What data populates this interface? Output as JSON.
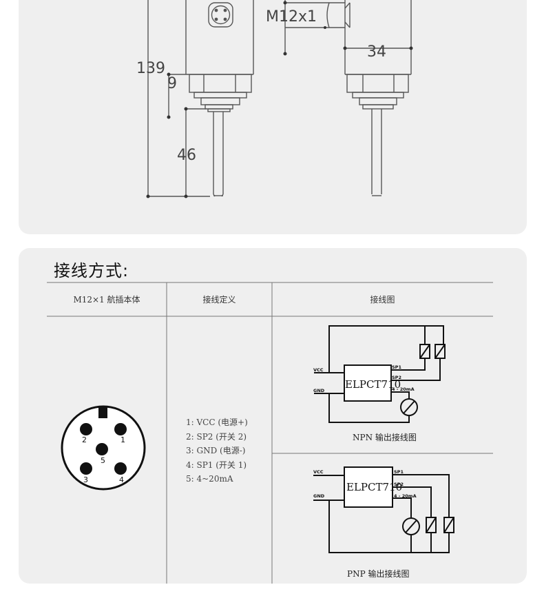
{
  "drawing": {
    "thread_label": "M12x1",
    "dim_height": "139",
    "dim_9": "9",
    "dim_46": "46",
    "dim_width": "34"
  },
  "wiring": {
    "title": "接线方式:",
    "headers": [
      "M12×1 航插本体",
      "接线定义",
      "接线图"
    ],
    "pin_numbers": [
      "1",
      "2",
      "3",
      "4",
      "5"
    ],
    "pins": [
      "1: VCC (电源+)",
      "2: SP2 (开关 2)",
      "3: GND (电源-)",
      "4: SP1 (开关 1)",
      "5: 4~20mA"
    ],
    "npn": {
      "device": "ELPCT710",
      "vcc": "VCC",
      "gnd": "GND",
      "sp1": "SP1",
      "sp2": "SP2",
      "analog": "4 - 20mA",
      "caption": "NPN 输出接线图"
    },
    "pnp": {
      "device": "ELPCT710",
      "vcc": "VCC",
      "gnd": "GND",
      "sp1": "SP1",
      "sp2": "SP2",
      "analog": "4 - 20mA",
      "caption": "PNP 输出接线图"
    }
  }
}
